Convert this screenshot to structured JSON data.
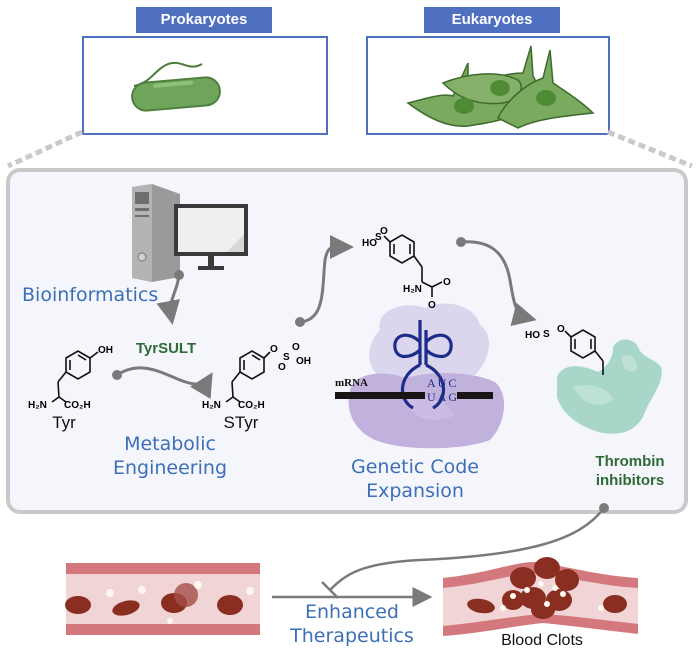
{
  "organisms": {
    "prokaryotes": {
      "label": "Prokaryotes",
      "icon": "bacterium-icon"
    },
    "eukaryotes": {
      "label": "Eukaryotes",
      "icon": "eukaryotic-cells-icon"
    }
  },
  "panel": {
    "bioinformatics": {
      "label": "Bioinformatics",
      "icon": "computer-icon"
    },
    "enzyme": {
      "label": "TyrSULT"
    },
    "tyr": {
      "name": "Tyr",
      "oh": "OH",
      "amine": "H₂N",
      "acid": "CO₂H"
    },
    "styr": {
      "name": "STyr",
      "amine": "H₂N",
      "acid": "CO₂H",
      "oh": "OH",
      "o": "O",
      "s": "S"
    },
    "metabolic": {
      "line1": "Metabolic",
      "line2": "Engineering"
    },
    "trna_molecule": {
      "ho": "HO",
      "s": "S",
      "o": "O",
      "amine": "H₂N"
    },
    "ribosome": {
      "mrna_label": "mRNA",
      "anticodon": "AUC",
      "codon": "UAG"
    },
    "genetic": {
      "line1": "Genetic Code",
      "line2": "Expansion"
    },
    "thrombin": {
      "line1": "Thrombin",
      "line2": "inhibitors",
      "ho": "HO",
      "s": "S",
      "o": "O"
    }
  },
  "bottom": {
    "therapeutics": {
      "line1": "Enhanced",
      "line2": "Therapeutics"
    },
    "clots": {
      "label": "Blood Clots"
    }
  },
  "colors": {
    "tag_blue": "#4f6fc0",
    "label_blue": "#3d6fb6",
    "label_green": "#2f6a36",
    "arrow_gray": "#7a7a7a",
    "panel_bg": "#f5f6fc"
  }
}
